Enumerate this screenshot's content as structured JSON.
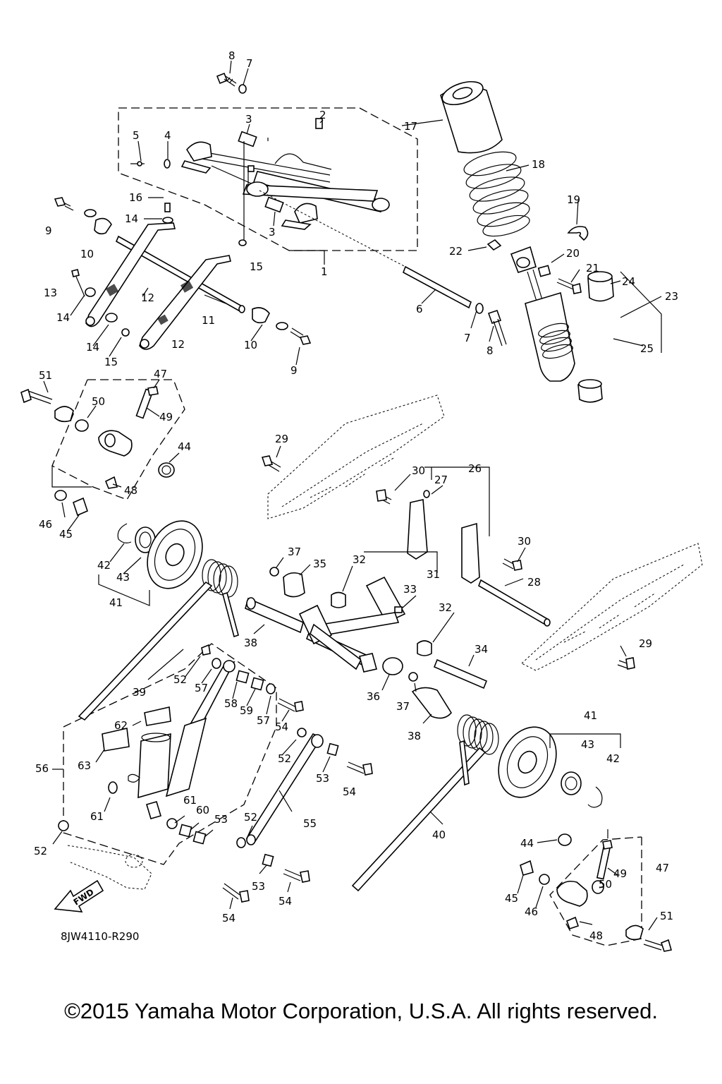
{
  "callouts": [
    {
      "id": "c8a",
      "text": "8"
    },
    {
      "id": "c7a",
      "text": "7"
    },
    {
      "id": "c3a",
      "text": "3"
    },
    {
      "id": "c2",
      "text": "2"
    },
    {
      "id": "c17",
      "text": "17"
    },
    {
      "id": "c5",
      "text": "5"
    },
    {
      "id": "c4",
      "text": "4"
    },
    {
      "id": "c18",
      "text": "18"
    },
    {
      "id": "c16",
      "text": "16"
    },
    {
      "id": "c9a",
      "text": "9"
    },
    {
      "id": "c14a",
      "text": "14"
    },
    {
      "id": "c3b",
      "text": "3"
    },
    {
      "id": "c19",
      "text": "19"
    },
    {
      "id": "c10a",
      "text": "10"
    },
    {
      "id": "c22",
      "text": "22"
    },
    {
      "id": "c20",
      "text": "20"
    },
    {
      "id": "c15a",
      "text": "15"
    },
    {
      "id": "c1",
      "text": "1"
    },
    {
      "id": "c21",
      "text": "21"
    },
    {
      "id": "c13",
      "text": "13"
    },
    {
      "id": "c24",
      "text": "24"
    },
    {
      "id": "c12a",
      "text": "12"
    },
    {
      "id": "c23",
      "text": "23"
    },
    {
      "id": "c14b",
      "text": "14"
    },
    {
      "id": "c6",
      "text": "6"
    },
    {
      "id": "c11",
      "text": "11"
    },
    {
      "id": "c7b",
      "text": "7"
    },
    {
      "id": "c25",
      "text": "25"
    },
    {
      "id": "c14c",
      "text": "14"
    },
    {
      "id": "c10b",
      "text": "10"
    },
    {
      "id": "c8b",
      "text": "8"
    },
    {
      "id": "c12b",
      "text": "12"
    },
    {
      "id": "c15b",
      "text": "15"
    },
    {
      "id": "c9b",
      "text": "9"
    },
    {
      "id": "c51a",
      "text": "51"
    },
    {
      "id": "c47a",
      "text": "47"
    },
    {
      "id": "c50a",
      "text": "50"
    },
    {
      "id": "c49a",
      "text": "49"
    },
    {
      "id": "c44a",
      "text": "44"
    },
    {
      "id": "c29a",
      "text": "29"
    },
    {
      "id": "c26",
      "text": "26"
    },
    {
      "id": "c30a",
      "text": "30"
    },
    {
      "id": "c27",
      "text": "27"
    },
    {
      "id": "c48a",
      "text": "48"
    },
    {
      "id": "c46a",
      "text": "46"
    },
    {
      "id": "c45a",
      "text": "45"
    },
    {
      "id": "c30b",
      "text": "30"
    },
    {
      "id": "c37a",
      "text": "37"
    },
    {
      "id": "c35",
      "text": "35"
    },
    {
      "id": "c32a",
      "text": "32"
    },
    {
      "id": "c42a",
      "text": "42"
    },
    {
      "id": "c31",
      "text": "31"
    },
    {
      "id": "c43a",
      "text": "43"
    },
    {
      "id": "c28",
      "text": "28"
    },
    {
      "id": "c33",
      "text": "33"
    },
    {
      "id": "c41a",
      "text": "41"
    },
    {
      "id": "c32b",
      "text": "32"
    },
    {
      "id": "c38a",
      "text": "38"
    },
    {
      "id": "c29b",
      "text": "29"
    },
    {
      "id": "c34",
      "text": "34"
    },
    {
      "id": "c52a",
      "text": "52"
    },
    {
      "id": "c57a",
      "text": "57"
    },
    {
      "id": "c39",
      "text": "39"
    },
    {
      "id": "c36",
      "text": "36"
    },
    {
      "id": "c37b",
      "text": "37"
    },
    {
      "id": "c58",
      "text": "58"
    },
    {
      "id": "c59",
      "text": "59"
    },
    {
      "id": "c57b",
      "text": "57"
    },
    {
      "id": "c54a",
      "text": "54"
    },
    {
      "id": "c62",
      "text": "62"
    },
    {
      "id": "c38b",
      "text": "38"
    },
    {
      "id": "c41b",
      "text": "41"
    },
    {
      "id": "c52b",
      "text": "52"
    },
    {
      "id": "c43b",
      "text": "43"
    },
    {
      "id": "c56",
      "text": "56"
    },
    {
      "id": "c63",
      "text": "63"
    },
    {
      "id": "c42b",
      "text": "42"
    },
    {
      "id": "c53a",
      "text": "53"
    },
    {
      "id": "c54b",
      "text": "54"
    },
    {
      "id": "c61a",
      "text": "61"
    },
    {
      "id": "c60",
      "text": "60"
    },
    {
      "id": "c61b",
      "text": "61"
    },
    {
      "id": "c53b",
      "text": "53"
    },
    {
      "id": "c52c",
      "text": "52"
    },
    {
      "id": "c55",
      "text": "55"
    },
    {
      "id": "c40",
      "text": "40"
    },
    {
      "id": "c44b",
      "text": "44"
    },
    {
      "id": "c47b",
      "text": "47"
    },
    {
      "id": "c52d",
      "text": "52"
    },
    {
      "id": "c49b",
      "text": "49"
    },
    {
      "id": "c53c",
      "text": "53"
    },
    {
      "id": "c50b",
      "text": "50"
    },
    {
      "id": "c45b",
      "text": "45"
    },
    {
      "id": "c54c",
      "text": "54"
    },
    {
      "id": "c46b",
      "text": "46"
    },
    {
      "id": "c51b",
      "text": "51"
    },
    {
      "id": "c54d",
      "text": "54"
    },
    {
      "id": "c48b",
      "text": "48"
    }
  ],
  "fwd_label": "FWD",
  "figure_code": "8JW4110-R290",
  "copyright": "©2015 Yamaha Motor Corporation, U.S.A. All rights reserved."
}
